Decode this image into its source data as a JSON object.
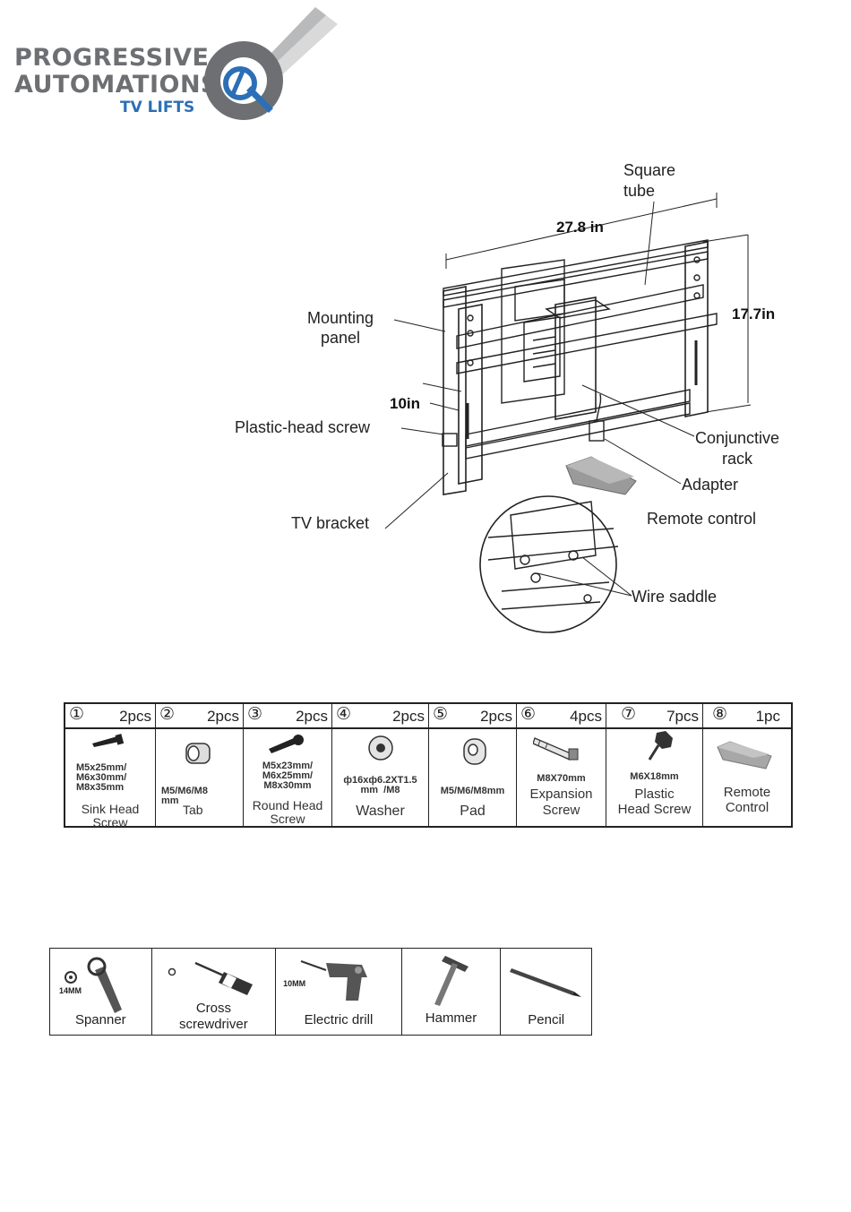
{
  "logo": {
    "line1": "PROGRESSIVE",
    "line2": "AUTOMATIONS",
    "line3": "TV LIFTS",
    "colors": {
      "gray": "#6e6f73",
      "blue": "#2c6fb6"
    }
  },
  "diagram": {
    "dims": {
      "width": "27.8 in",
      "height": "17.7in",
      "depth": "10in"
    },
    "labels": {
      "square_tube": "Square\ntube",
      "mounting_panel": "Mounting\npanel",
      "plastic_head_screw": "Plastic-head screw",
      "tv_bracket": "TV bracket",
      "conjunctive_rack": "Conjunctive\nrack",
      "adapter": "Adapter",
      "remote_control": "Remote control",
      "wire_saddle": "Wire saddle"
    }
  },
  "parts": [
    {
      "num": "①",
      "qty": "2pcs",
      "spec": "M5x25mm/\nM6x30mm/\nM8x35mm",
      "name": "Sink Head\nScrew",
      "icon": "screw-icon"
    },
    {
      "num": "②",
      "qty": "2pcs",
      "spec": "M5/M6/M8\nmm",
      "name": "Tab",
      "icon": "tab-icon"
    },
    {
      "num": "③",
      "qty": "2pcs",
      "spec": "M5x23mm/\nM6x25mm/\nM8x30mm",
      "name": "Round Head\nScrew",
      "icon": "screw-icon"
    },
    {
      "num": "④",
      "qty": "2pcs",
      "spec": "ф16xф6.2XT1.5\nmm  /M8",
      "name": "Washer",
      "icon": "washer-icon"
    },
    {
      "num": "⑤",
      "qty": "2pcs",
      "spec": "M5/M6/M8mm",
      "name": "Pad",
      "icon": "pad-icon"
    },
    {
      "num": "⑥",
      "qty": "4pcs",
      "spec": "M8X70mm",
      "name": "Expansion\nScrew",
      "icon": "expansion-screw-icon"
    },
    {
      "num": "⑦",
      "qty": "7pcs",
      "spec": "M6X18mm",
      "name": "Plastic\nHead Screw",
      "icon": "plastic-head-screw-icon"
    },
    {
      "num": "⑧",
      "qty": "1pc",
      "spec": "",
      "name": "Remote\nControl",
      "icon": "remote-control-icon"
    }
  ],
  "tools": [
    {
      "name": "Spanner",
      "size": "14MM",
      "icon": "spanner-icon"
    },
    {
      "name": "Cross\nscrewdriver",
      "size": "",
      "icon": "screwdriver-icon"
    },
    {
      "name": "Electric drill",
      "size": "10MM",
      "icon": "drill-icon"
    },
    {
      "name": "Hammer",
      "size": "",
      "icon": "hammer-icon"
    },
    {
      "name": "Pencil",
      "size": "",
      "icon": "pencil-icon"
    }
  ]
}
